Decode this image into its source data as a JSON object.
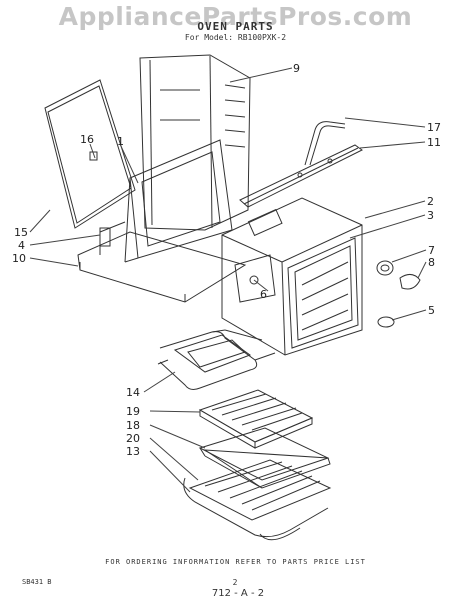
{
  "watermark": "AppliancePartsPros.com",
  "title": "OVEN PARTS",
  "subtitle": "For Model: RB100PXK-2",
  "footer_note": "FOR ORDERING INFORMATION REFER TO PARTS PRICE LIST",
  "drawing_code": "SB431 B",
  "page_number": "2",
  "handwritten_ref": "712 - A - 2",
  "callouts": [
    "1",
    "2",
    "3",
    "4",
    "5",
    "6",
    "7",
    "8",
    "9",
    "10",
    "11",
    "13",
    "14",
    "15",
    "16",
    "17",
    "18",
    "19",
    "20"
  ]
}
